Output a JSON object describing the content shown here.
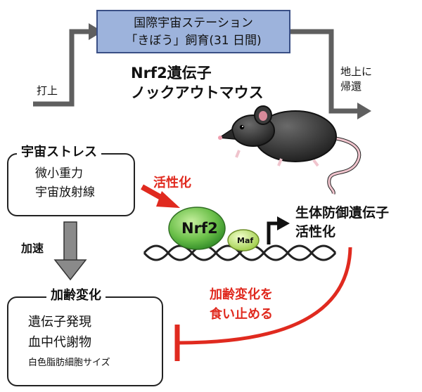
{
  "iss_box": {
    "line1": "国際宇宙ステーション",
    "line2": "「きぼう」飼育(31 日間)"
  },
  "launch_label": "打上",
  "return_label": {
    "line1": "地上に",
    "line2": "帰還"
  },
  "mouse_label": {
    "line1": "Nrf2遺伝子",
    "line2": "ノックアウトマウス"
  },
  "space_stress": {
    "title": "宇宙ストレス",
    "items": [
      "微小重力",
      "宇宙放射線"
    ]
  },
  "accelerate_label": "加速",
  "aging": {
    "title": "加齢変化",
    "items": [
      "遺伝子発現",
      "血中代謝物",
      "白色脂肪細胞サイズ"
    ]
  },
  "activation_label": "活性化",
  "nrf2_label": "Nrf2",
  "maf_label": "Maf",
  "defense_genes": {
    "line1": "生体防御遺伝子",
    "line2": "活性化"
  },
  "stop_aging": {
    "line1": "加齢変化を",
    "line2": "食い止める"
  },
  "colors": {
    "arrow_gray": "#5f5f5f",
    "accent_red": "#e02a1f",
    "nrf2_green": "#6cc04a",
    "maf_green": "#b9dc6a",
    "iss_blue": "#9db3dc"
  }
}
